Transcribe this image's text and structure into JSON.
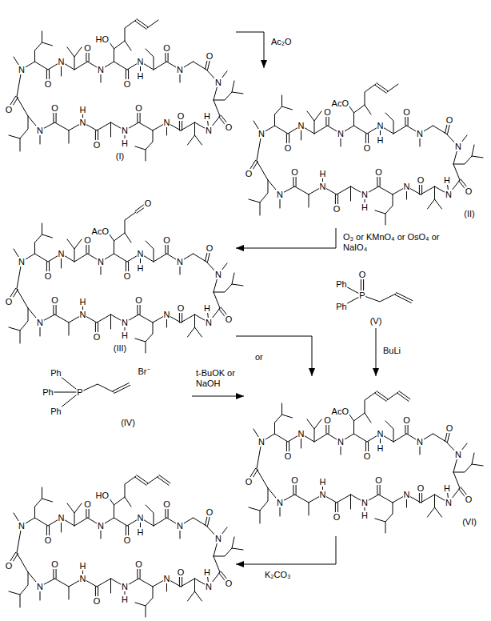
{
  "diagram": {
    "nodes": [
      {
        "text": [
          "N",
          "O",
          "N",
          "O",
          "N",
          "HO",
          "O",
          "N",
          "H",
          "O",
          "N",
          "O",
          "N",
          "O",
          "N",
          "H",
          "O",
          "N",
          "O",
          "N",
          "H",
          "O",
          "N",
          "H",
          "O",
          "N",
          "O",
          "(I)"
        ]
      },
      {
        "text": [
          "N",
          "O",
          "N",
          "O",
          "N",
          "AcO",
          "O",
          "N",
          "H",
          "O",
          "N",
          "O",
          "N",
          "O",
          "N",
          "H",
          "O",
          "N",
          "O",
          "N",
          "H",
          "O",
          "N",
          "H",
          "O",
          "N",
          "O",
          "(II)"
        ]
      },
      {
        "text": [
          "N",
          "O",
          "N",
          "O",
          "N",
          "AcO",
          "O",
          "N",
          "H",
          "O",
          "N",
          "O",
          "N",
          "O",
          "N",
          "H",
          "O",
          "N",
          "O",
          "N",
          "H",
          "O",
          "N",
          "H",
          "O",
          "N",
          "O",
          "O",
          "(III)"
        ]
      },
      {
        "text": [
          "Ph",
          "O",
          "P",
          "Ph",
          "(V)"
        ]
      },
      {
        "text": [
          "Ph",
          "Ph",
          "Ph",
          "P",
          "Br⁻",
          "(IV)"
        ]
      },
      {
        "text": [
          "N",
          "O",
          "N",
          "O",
          "N",
          "AcO",
          "O",
          "N",
          "H",
          "O",
          "N",
          "O",
          "N",
          "O",
          "N",
          "H",
          "O",
          "N",
          "O",
          "N",
          "H",
          "O",
          "N",
          "H",
          "O",
          "N",
          "O",
          "(VI)"
        ]
      },
      {
        "text": [
          "N",
          "O",
          "N",
          "O",
          "N",
          "HO",
          "O",
          "N",
          "H",
          "O",
          "N",
          "O",
          "N",
          "O",
          "N",
          "H",
          "O",
          "N",
          "O",
          "N",
          "H",
          "O",
          "N",
          "H",
          "O",
          "N",
          "O"
        ]
      }
    ],
    "edges": [
      {
        "from": 0,
        "to": 1,
        "arrow": "to",
        "label": "Ac₂O"
      },
      {
        "from": 1,
        "to": 2,
        "arrow": "to",
        "label": "O₃ or KMnO₄ or OsO₄ or NaIO₄"
      },
      {
        "from": 2,
        "to": 5,
        "arrow": "to"
      },
      {
        "from": 3,
        "to": 5,
        "arrow": "to",
        "label": "BuLi"
      },
      {
        "from": 4,
        "to": 5,
        "arrow": "to",
        "label": "t-BuOK or NaOH"
      },
      {
        "from": 5,
        "to": 6,
        "arrow": "to",
        "label": "K₂CO₃"
      }
    ],
    "labels": [
      "or"
    ]
  }
}
